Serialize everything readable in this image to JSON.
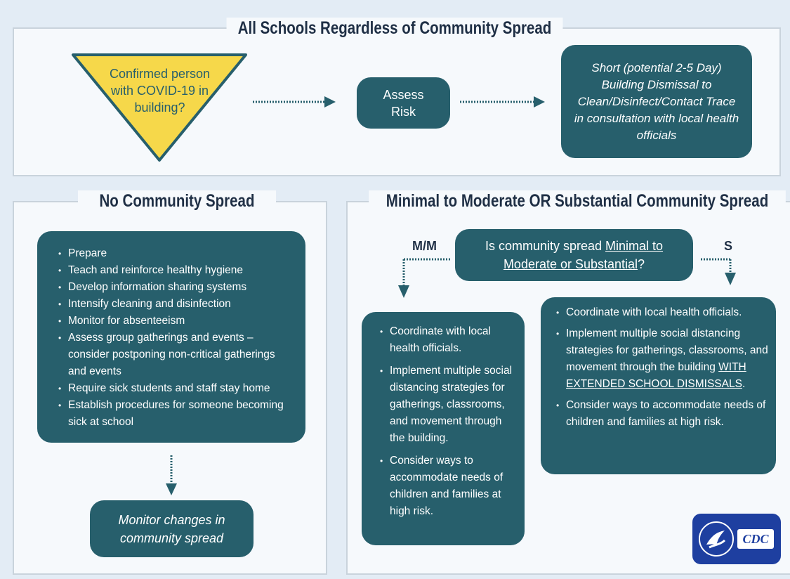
{
  "top_section": {
    "title": "All Schools Regardless of Community Spread",
    "triangle_text": "Confirmed person with COVID-19 in building?",
    "assess_label": "Assess Risk",
    "dismissal_text": "Short (potential 2-5 Day) Building Dismissal to Clean/Disinfect/Contact Trace in consultation with local health officials"
  },
  "no_spread": {
    "title": "No Community Spread",
    "items": [
      "Prepare",
      "Teach and reinforce healthy hygiene",
      "Develop information sharing systems",
      "Intensify cleaning and disinfection",
      "Monitor for absenteeism",
      "Assess group gatherings and events – consider postponing non-critical gatherings and events",
      "Require sick students and staff stay home",
      "Establish procedures for someone becoming sick at school"
    ],
    "monitor_text": "Monitor changes in community spread"
  },
  "spread": {
    "title": "Minimal to Moderate OR Substantial Community Spread",
    "question_prefix": "Is community spread ",
    "question_underlined_1": "Minimal to",
    "question_underlined_2": "Moderate or Substantial",
    "question_suffix": "?",
    "mm_label": "M/M",
    "s_label": "S",
    "mm_items": [
      "Coordinate with local health officials.",
      "Implement multiple social distancing strategies for gatherings, classrooms, and movement through the building.",
      "Consider ways to accommodate needs of children and families at high risk."
    ],
    "s_item_1": "Coordinate with local health officials.",
    "s_item_2_text": "Implement multiple social distancing strategies for gatherings, classrooms, and movement through the building ",
    "s_item_2_underlined": "WITH EXTENDED SCHOOL DISMISSALS",
    "s_item_2_suffix": ".",
    "s_item_3": "Consider ways to accommodate needs of children and families at high risk."
  },
  "logo": {
    "text": "CDC",
    "color": "#1e3fa0"
  },
  "colors": {
    "box": "#275f6c",
    "triangle": "#f6d84a",
    "arrow": "#275f6c"
  }
}
